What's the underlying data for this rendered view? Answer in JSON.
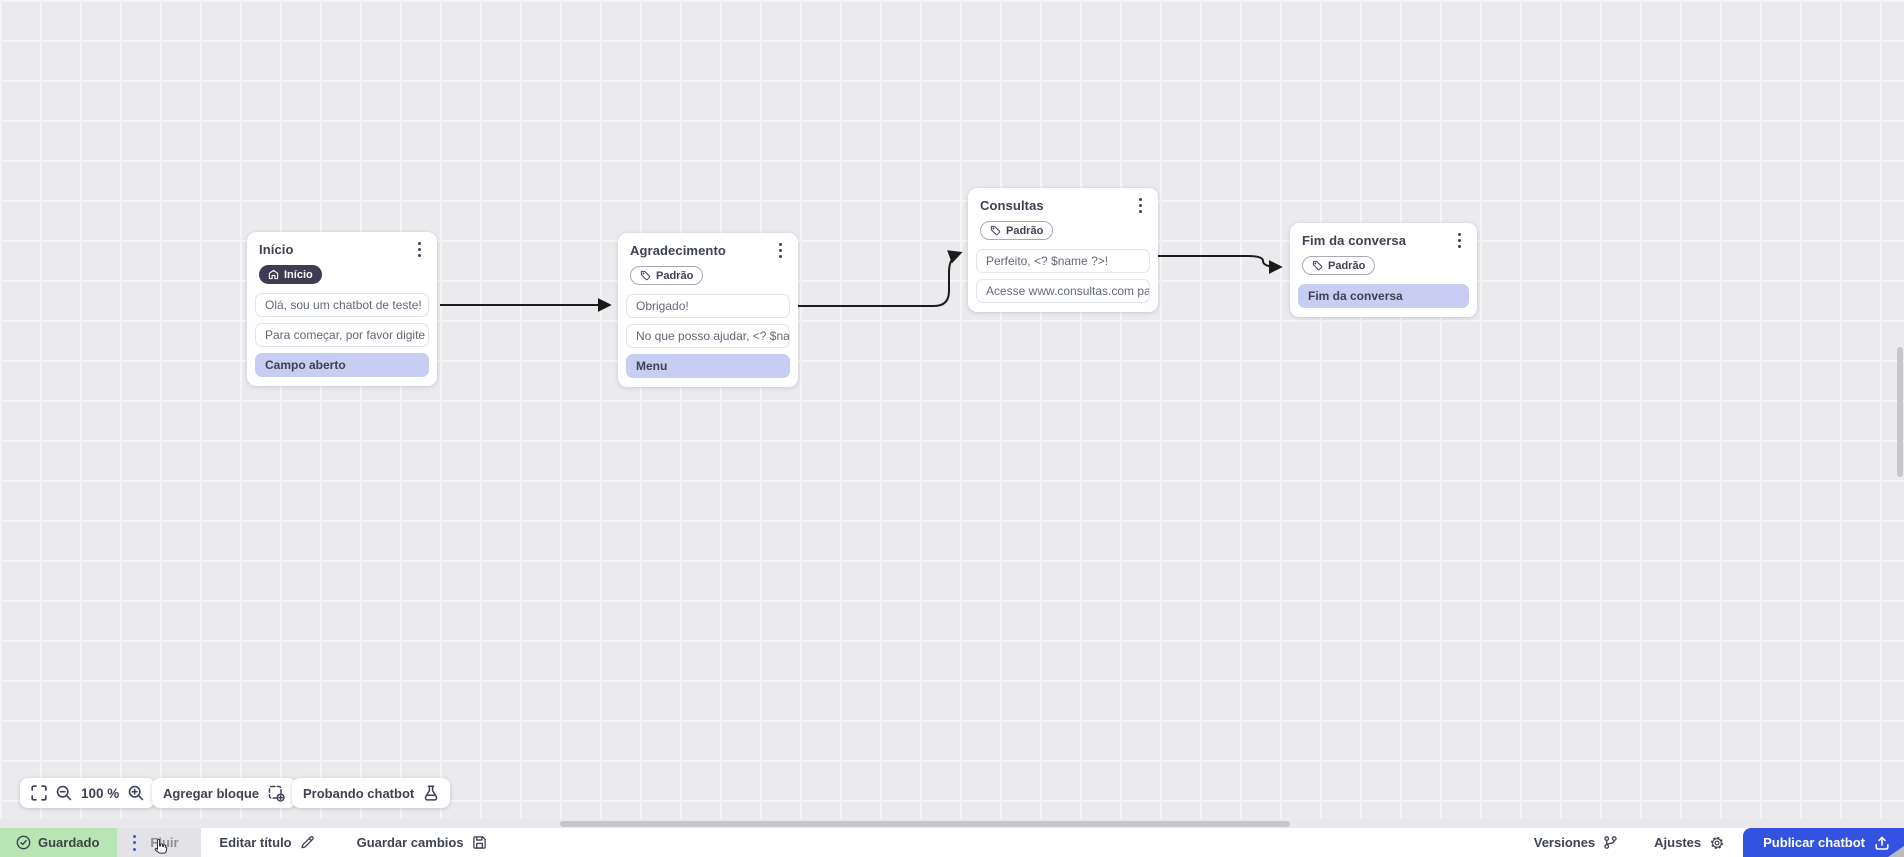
{
  "canvas": {
    "nodes": [
      {
        "title": "Início",
        "badge": {
          "label": "Início",
          "icon": "home-icon",
          "style": "dark"
        },
        "messages": [
          {
            "text": "Olá, sou um chatbot de teste!",
            "highlighted": false
          },
          {
            "text": "Para começar, por favor digite o ...",
            "highlighted": false
          },
          {
            "text": "Campo aberto",
            "highlighted": true
          }
        ]
      },
      {
        "title": "Agradecimento",
        "badge": {
          "label": "Padrão",
          "icon": "tag-icon",
          "style": "outline"
        },
        "messages": [
          {
            "text": "Obrigado!",
            "highlighted": false
          },
          {
            "text": "No que posso ajudar, <? $name ...",
            "highlighted": false
          },
          {
            "text": "Menu",
            "highlighted": true
          }
        ]
      },
      {
        "title": "Consultas",
        "badge": {
          "label": "Padrão",
          "icon": "tag-icon",
          "style": "outline"
        },
        "messages": [
          {
            "text": "Perfeito, <? $name ?>!",
            "highlighted": false
          },
          {
            "text": "Acesse www.consultas.com par...",
            "highlighted": false
          }
        ]
      },
      {
        "title": "Fim da conversa",
        "badge": {
          "label": "Padrão",
          "icon": "tag-icon",
          "style": "outline"
        },
        "messages": [
          {
            "text": "Fim da conversa",
            "highlighted": true
          }
        ]
      }
    ]
  },
  "toolbar": {
    "zoom_value": "100 %",
    "add_block_label": "Agregar bloque",
    "test_chatbot_label": "Probando chatbot"
  },
  "statusbar": {
    "saved_label": "Guardado",
    "flow_tab_label": "Fluir",
    "edit_title_label": "Editar título",
    "save_changes_label": "Guardar cambios",
    "versions_label": "Versiones",
    "settings_label": "Ajustes",
    "publish_label": "Publicar chatbot"
  },
  "colors": {
    "accent_blue": "#3452e1",
    "saved_green_bg": "#b7e6b2",
    "highlight_lavender": "#c7cdf3",
    "badge_dark_bg": "#3d3c52",
    "connector": "#1b1b1b"
  }
}
